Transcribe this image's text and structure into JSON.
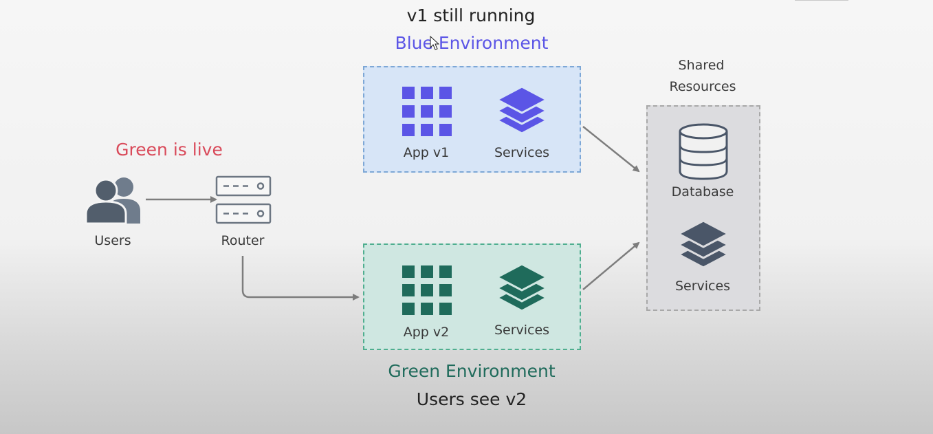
{
  "header": {
    "blue_status": "v1 still running",
    "blue_env": "Blue Environment",
    "live_note": "Green is live",
    "green_env": "Green Environment",
    "green_status": "Users see v2"
  },
  "nodes": {
    "users": "Users",
    "router": "Router",
    "blue_app": "App v1",
    "blue_services": "Services",
    "green_app": "App v2",
    "green_services": "Services",
    "shared_title_1": "Shared",
    "shared_title_2": "Resources",
    "database": "Database",
    "shared_services": "Services"
  },
  "colors": {
    "blue_accent": "#5b55e6",
    "green_accent": "#1f6b5b",
    "live_red": "#d94a5a",
    "slate": "#4a5668"
  }
}
